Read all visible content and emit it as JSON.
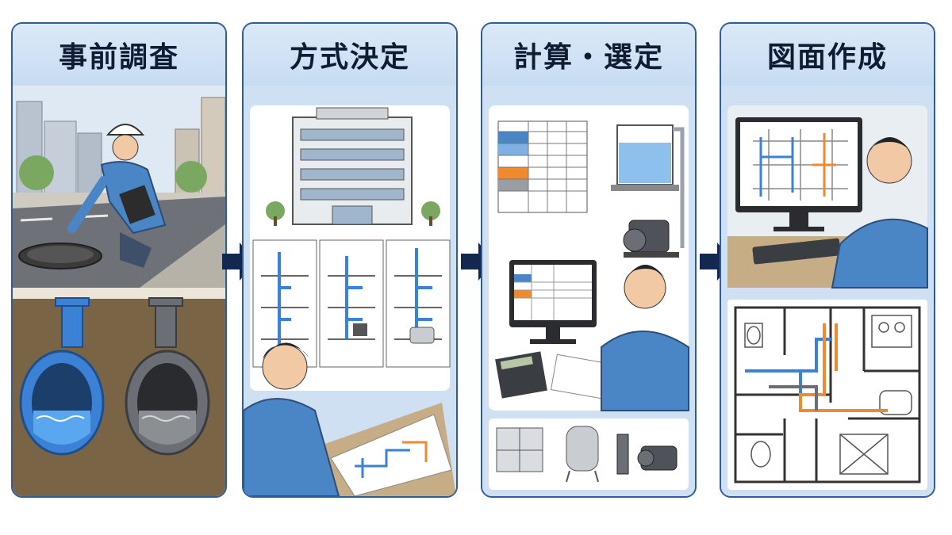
{
  "steps": [
    {
      "title": "事前調査"
    },
    {
      "title": "方式決定"
    },
    {
      "title": "計算・選定"
    },
    {
      "title": "図面作成"
    }
  ],
  "colors": {
    "frame": "#2f5d9a",
    "header_bg": "#cfe0f3",
    "arrow": "#12284f",
    "clean_water": "#3b82d6",
    "waste_water": "#6b6f75",
    "hot_water": "#f08a2c"
  },
  "icons": [
    "manhole-icon",
    "survey-worker-icon",
    "water-pipe-icon",
    "sewer-pipe-icon",
    "building-icon",
    "system-diagram-icon",
    "spreadsheet-icon",
    "water-tank-icon",
    "pump-icon",
    "calculator-icon",
    "monitor-icon",
    "floor-plan-icon"
  ]
}
